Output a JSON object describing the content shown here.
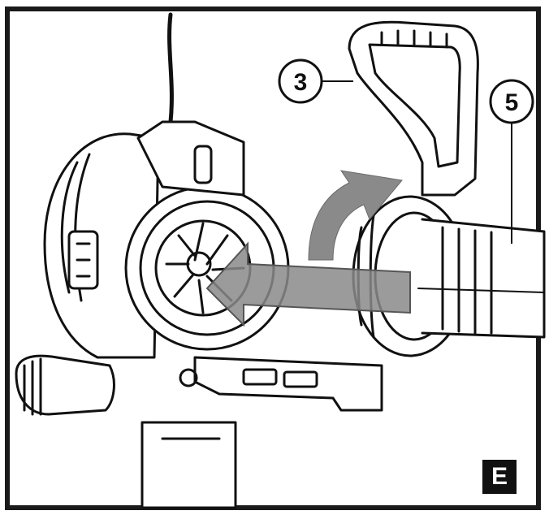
{
  "figure": {
    "label": "E",
    "callouts": [
      {
        "number": "3",
        "target": "handle"
      },
      {
        "number": "5",
        "target": "blower-tube"
      }
    ]
  },
  "colors": {
    "line": "#111111",
    "arrow_fill": "#8a8a8a",
    "background": "#ffffff"
  }
}
